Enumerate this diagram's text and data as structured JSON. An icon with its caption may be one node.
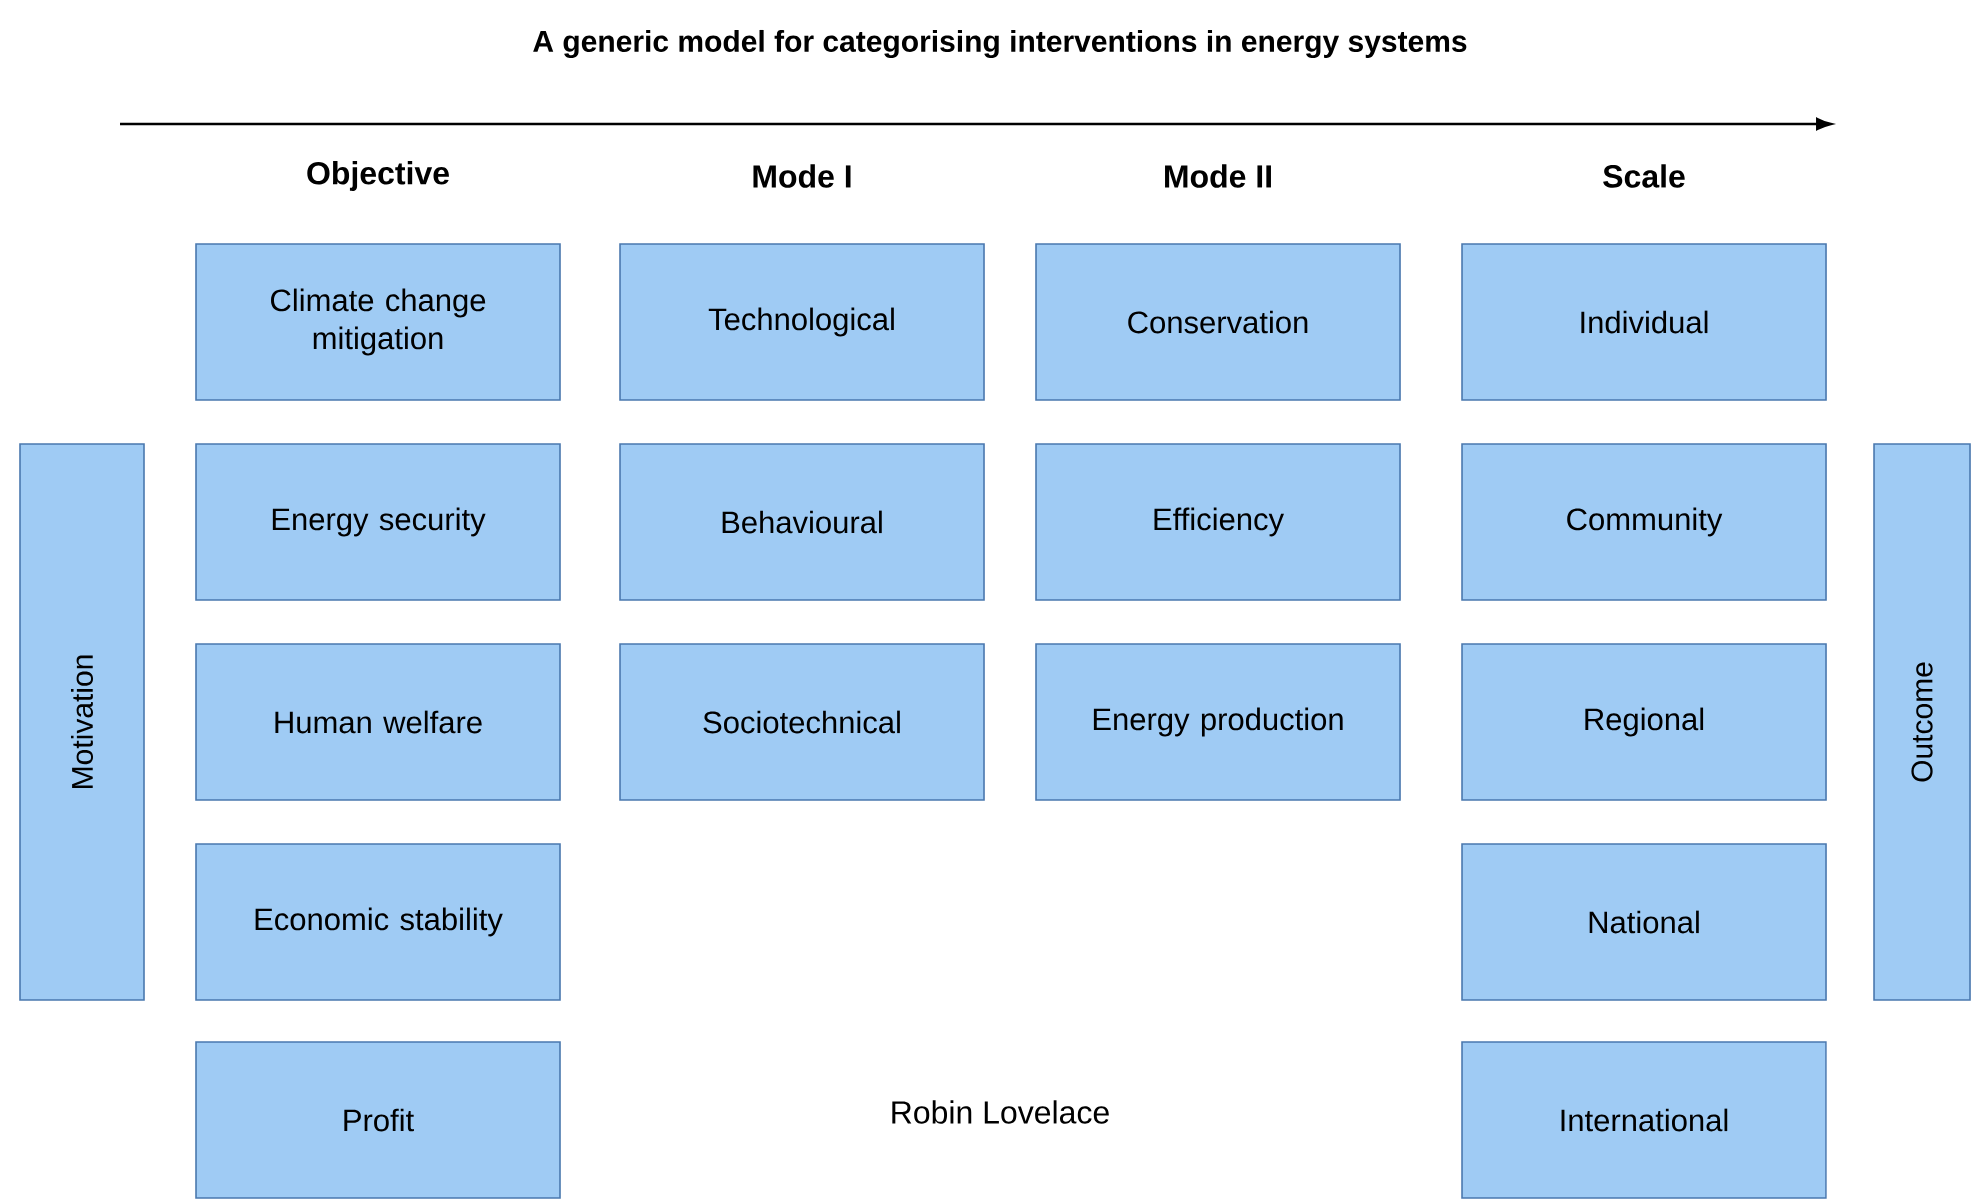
{
  "diagram": {
    "title": "A generic model for categorising interventions in energy systems",
    "nodes": [
      {
        "text": [
          "Climate change mitigation"
        ]
      },
      {
        "text": [
          "Technological"
        ]
      },
      {
        "text": [
          "Conservation"
        ]
      },
      {
        "text": [
          "Individual"
        ]
      },
      {
        "text": [
          "Motivation"
        ]
      },
      {
        "text": [
          "Energy security"
        ]
      },
      {
        "text": [
          "Behavioural"
        ]
      },
      {
        "text": [
          "Efficiency"
        ]
      },
      {
        "text": [
          "Community"
        ]
      },
      {
        "text": [
          "Outcome"
        ]
      },
      {
        "text": [
          "Human welfare"
        ]
      },
      {
        "text": [
          "Sociotechnical"
        ]
      },
      {
        "text": [
          "Energy production"
        ]
      },
      {
        "text": [
          "Regional"
        ]
      },
      {
        "text": [
          "Economic stability"
        ]
      },
      {
        "text": [
          "National"
        ]
      },
      {
        "text": [
          "Profit"
        ]
      },
      {
        "text": [
          "International"
        ]
      }
    ],
    "labels": [
      "Objective",
      "Mode I",
      "Mode II",
      "Scale",
      "Robin Lovelace"
    ]
  }
}
